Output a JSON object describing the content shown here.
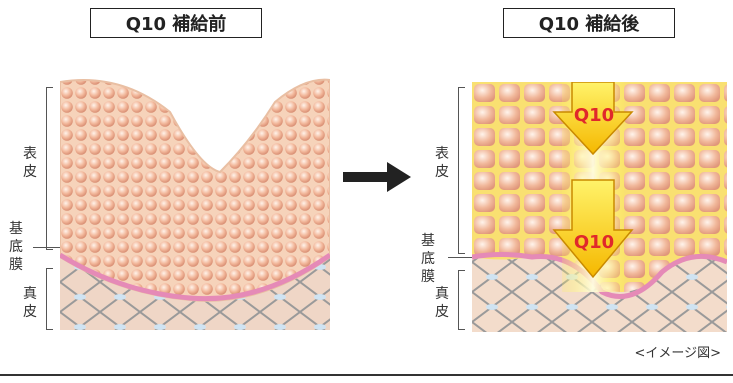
{
  "before": {
    "title": "Q10 補給前",
    "labels": {
      "epidermis": "表\n皮",
      "basement": "基\n底\n膜",
      "dermis": "真\n皮"
    }
  },
  "after": {
    "title": "Q10 補給後",
    "labels": {
      "epidermis": "表\n皮",
      "basement": "基\n底\n膜",
      "dermis": "真\n皮"
    },
    "arrow_labels": [
      "Q10",
      "Q10"
    ]
  },
  "caption": "<イメージ図>",
  "colors": {
    "skin": "#f3c8a6",
    "cell": "#f2b79a",
    "membrane": "#e58ab7",
    "dermis": "#f1d6c4",
    "highlight": "#fff25a",
    "arrow_fill": "#ffe600",
    "arrow_text": "#e0282b"
  }
}
